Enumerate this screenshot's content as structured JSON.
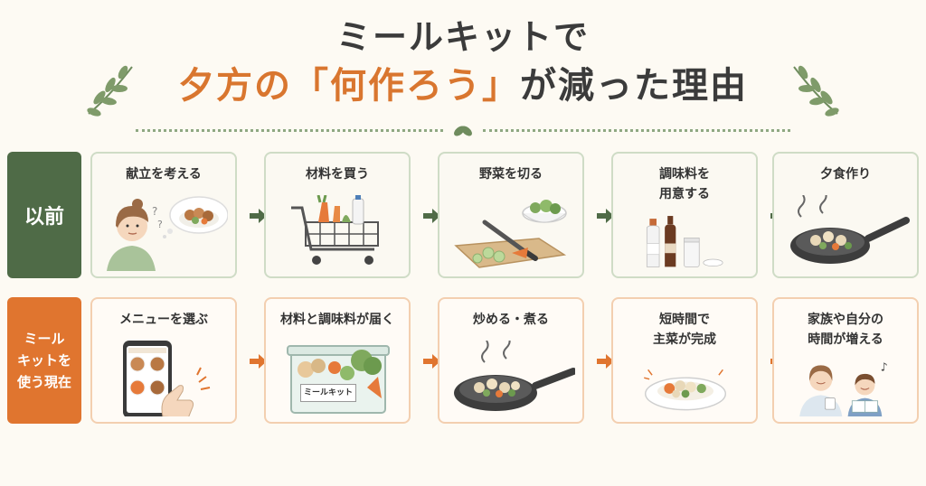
{
  "title": {
    "line1": "ミールキットで",
    "line2_accent": "夕方の「何作ろう」",
    "line2_rest": "が減った理由"
  },
  "colors": {
    "before_accent": "#4f6b47",
    "after_accent": "#e0752f",
    "title_accent": "#d9762f"
  },
  "rows": [
    {
      "label": "以前",
      "steps": [
        {
          "label": "献立を考える",
          "icon": "thinking-woman-icon"
        },
        {
          "label": "材料を買う",
          "icon": "shopping-cart-icon"
        },
        {
          "label": "野菜を切る",
          "icon": "cutting-board-icon"
        },
        {
          "label_line1": "調味料を",
          "label_line2": "用意する",
          "icon": "seasoning-bottles-icon"
        },
        {
          "label": "夕食作り",
          "icon": "frying-pan-icon"
        }
      ]
    },
    {
      "label_line1": "ミール",
      "label_line2": "キットを",
      "label_line3": "使う現在",
      "steps": [
        {
          "label": "メニューを選ぶ",
          "icon": "smartphone-menu-icon"
        },
        {
          "label": "材料と調味料が届く",
          "icon": "meal-kit-box-icon",
          "box_text": "ミールキット"
        },
        {
          "label": "炒める・煮る",
          "icon": "frying-pan-icon"
        },
        {
          "label_line1": "短時間で",
          "label_line2": "主菜が完成",
          "icon": "finished-dish-icon"
        },
        {
          "label_line1": "家族や自分の",
          "label_line2": "時間が増える",
          "icon": "family-time-icon"
        }
      ]
    }
  ]
}
